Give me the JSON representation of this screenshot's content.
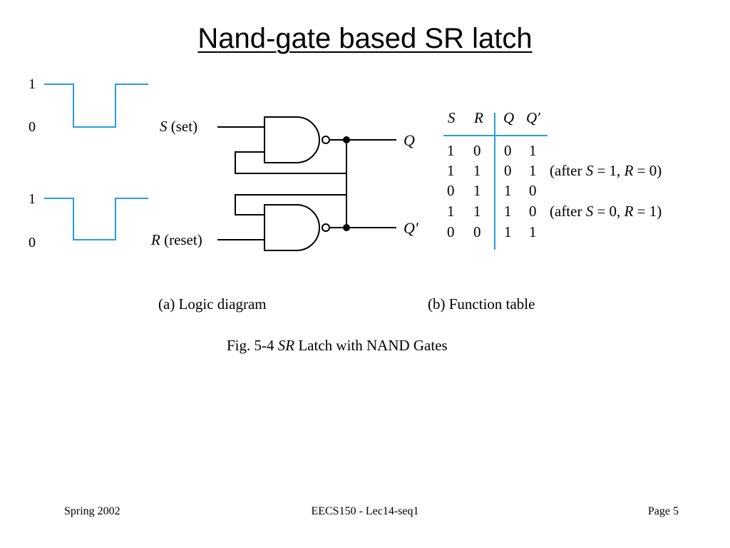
{
  "slide": {
    "title": "Nand-gate based SR latch"
  },
  "waveforms": {
    "color": "#2b9be0",
    "top": {
      "high_label": "1",
      "low_label": "0"
    },
    "bottom": {
      "high_label": "1",
      "low_label": "0"
    }
  },
  "logic_diagram": {
    "input_s_var": "S",
    "input_s_label": "(set)",
    "input_r_var": "R",
    "input_r_label": "(reset)",
    "output_q": "Q",
    "output_q_prime": "Q′",
    "caption": "(a) Logic diagram"
  },
  "function_table": {
    "headers": [
      "S",
      "R",
      "Q",
      "Q′"
    ],
    "rows": [
      [
        "1",
        "0",
        "0",
        "1"
      ],
      [
        "1",
        "1",
        "0",
        "1"
      ],
      [
        "0",
        "1",
        "1",
        "0"
      ],
      [
        "1",
        "1",
        "1",
        "0"
      ],
      [
        "0",
        "0",
        "1",
        "1"
      ]
    ],
    "note_row2": {
      "pre": "(after ",
      "var1": "S",
      "mid": " = 1, ",
      "var2": "R",
      "post": " = 0)"
    },
    "note_row4": {
      "pre": "(after ",
      "var1": "S",
      "mid": " = 0, ",
      "var2": "R",
      "post": " = 1)"
    },
    "caption": "(b) Function table",
    "accent_color": "#2b9be0"
  },
  "figure_caption": {
    "prefix": "Fig. 5-4  ",
    "italic": "SR",
    "suffix": " Latch with NAND Gates"
  },
  "footer": {
    "left": "Spring 2002",
    "center": "EECS150 - Lec14-seq1",
    "right": "Page 5"
  }
}
